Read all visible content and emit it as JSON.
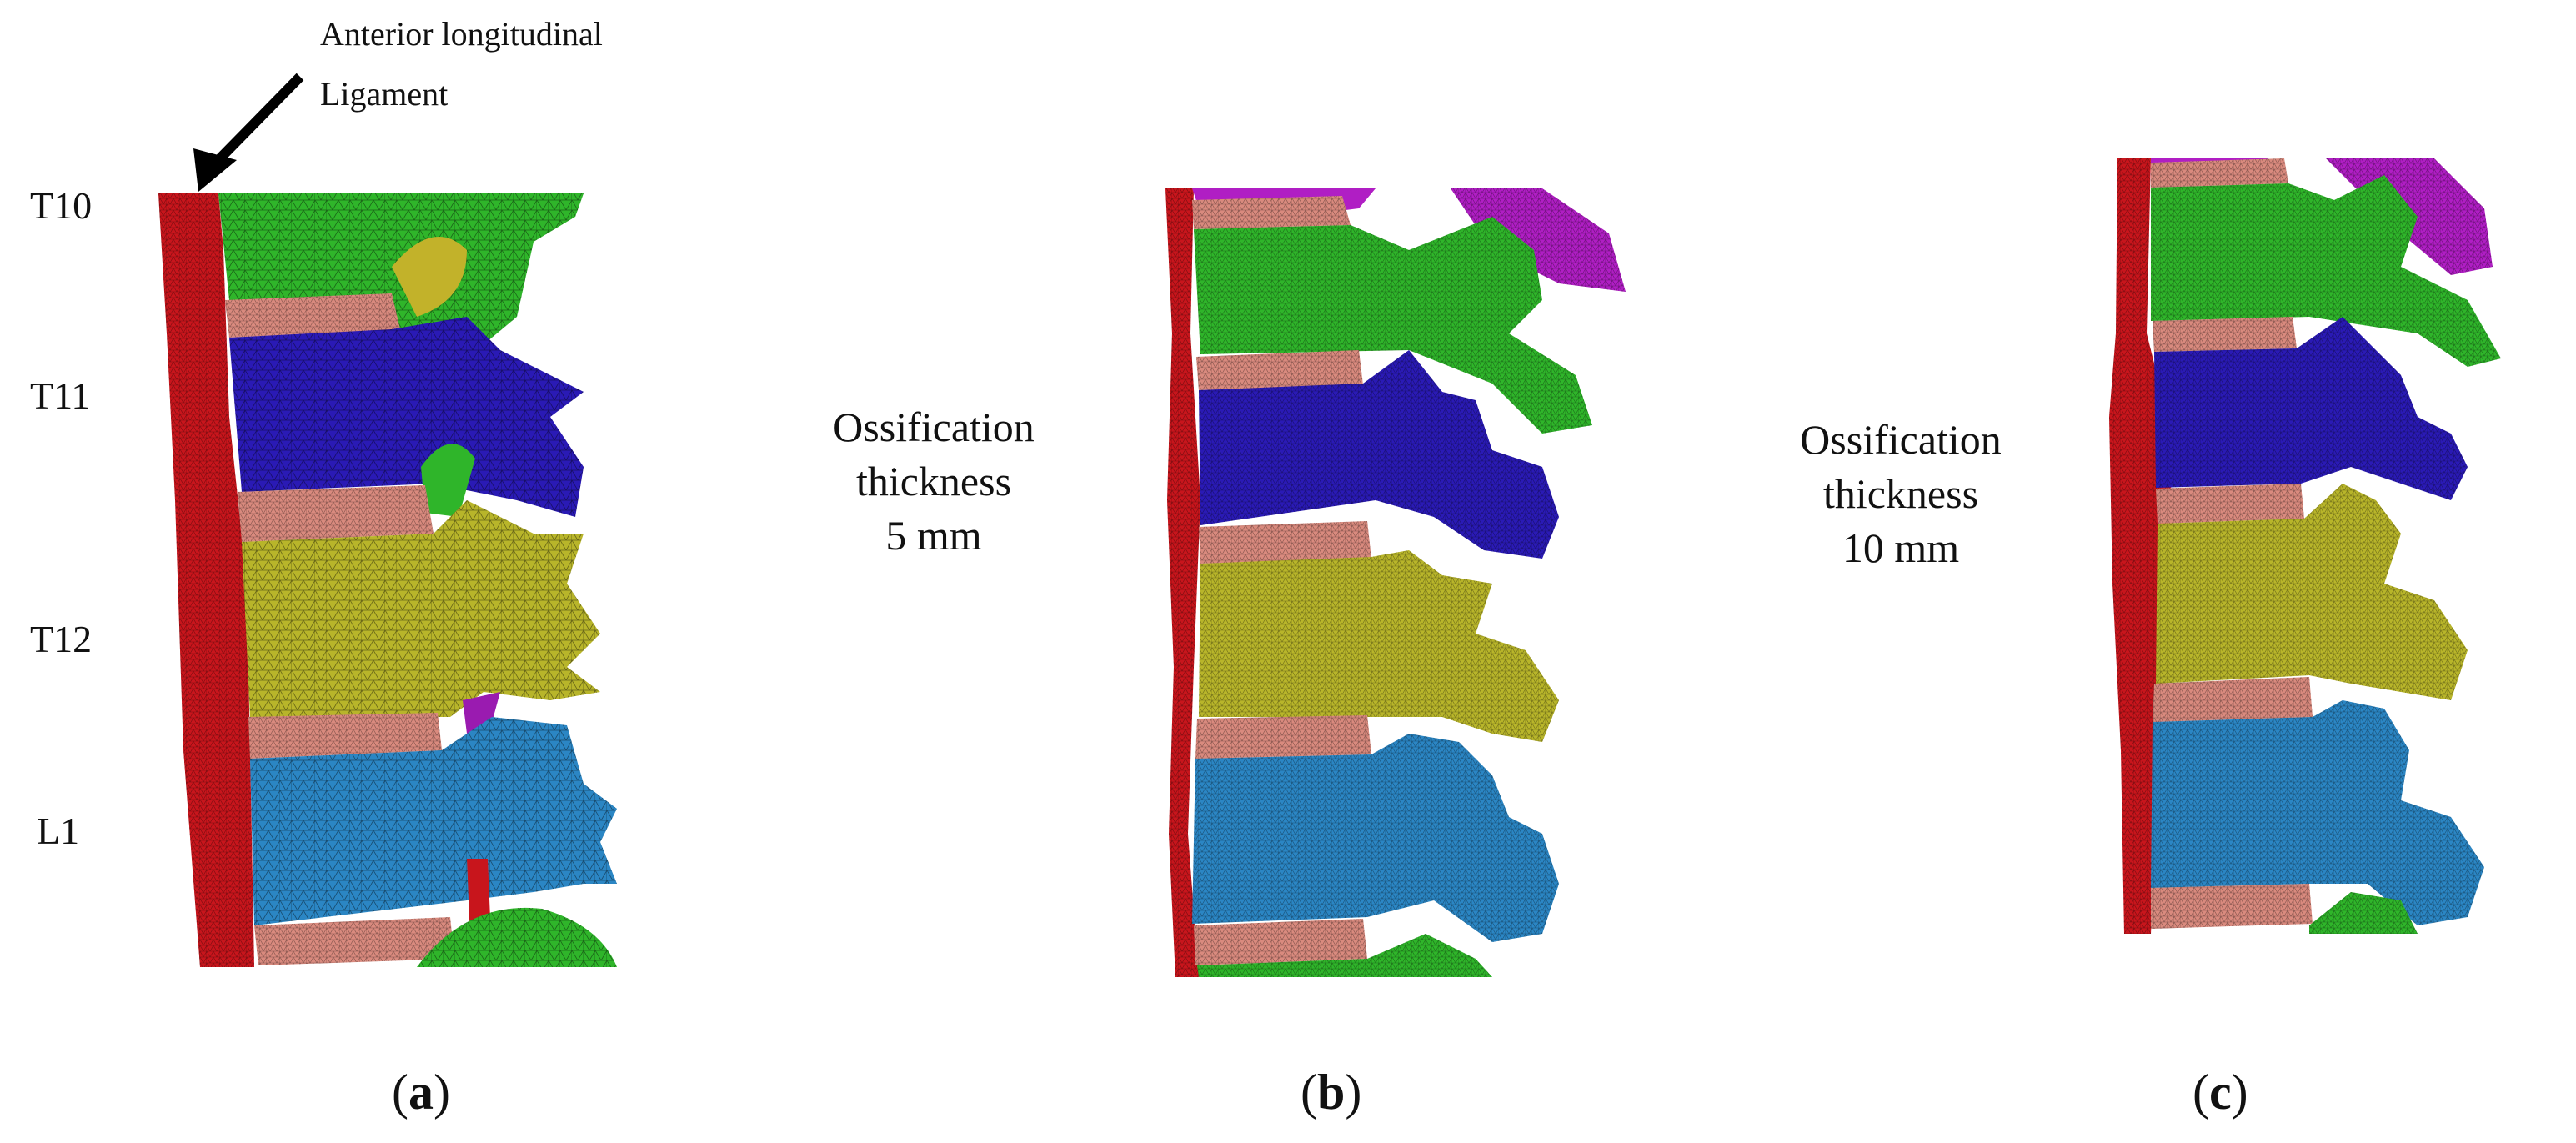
{
  "panel_a": {
    "annotation": [
      "Anterior longitudinal",
      "Ligament"
    ],
    "levels": [
      "T10",
      "T11",
      "T12",
      "L1"
    ],
    "caption": {
      "open": "(",
      "letter": "a",
      "close": ")"
    }
  },
  "panel_b": {
    "label": [
      "Ossification",
      "thickness",
      "5 mm"
    ],
    "caption": {
      "open": "(",
      "letter": "b",
      "close": ")"
    }
  },
  "panel_c": {
    "label": [
      "Ossification",
      "thickness",
      "10 mm"
    ],
    "caption": {
      "open": "(",
      "letter": "c",
      "close": ")"
    }
  },
  "colors": {
    "ligament": "#c8151c",
    "T10": "#2fb52a",
    "T11": "#2a1ab5",
    "T12": "#b8b52a",
    "L1": "#2b86c4",
    "disc": "#d98a7e",
    "T9": "#b01ec4",
    "L2": "#2fb52a"
  }
}
